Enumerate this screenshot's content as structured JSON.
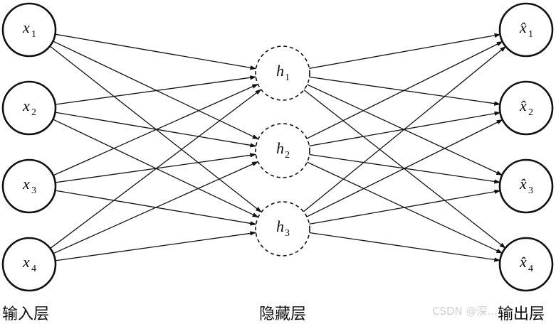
{
  "diagram": {
    "input_nodes": [
      {
        "var": "x",
        "sub": "1"
      },
      {
        "var": "x",
        "sub": "2"
      },
      {
        "var": "x",
        "sub": "3"
      },
      {
        "var": "x",
        "sub": "4"
      }
    ],
    "hidden_nodes": [
      {
        "var": "h",
        "sub": "1"
      },
      {
        "var": "h",
        "sub": "2"
      },
      {
        "var": "h",
        "sub": "3"
      }
    ],
    "output_nodes": [
      {
        "var": "x̂",
        "sub": "1"
      },
      {
        "var": "x̂",
        "sub": "2"
      },
      {
        "var": "x̂",
        "sub": "3"
      },
      {
        "var": "x̂",
        "sub": "4"
      }
    ],
    "labels": {
      "input_layer": "输入层",
      "hidden_layer": "隐藏层",
      "output_layer": "输出层"
    },
    "watermark": "CSDN @深..."
  }
}
